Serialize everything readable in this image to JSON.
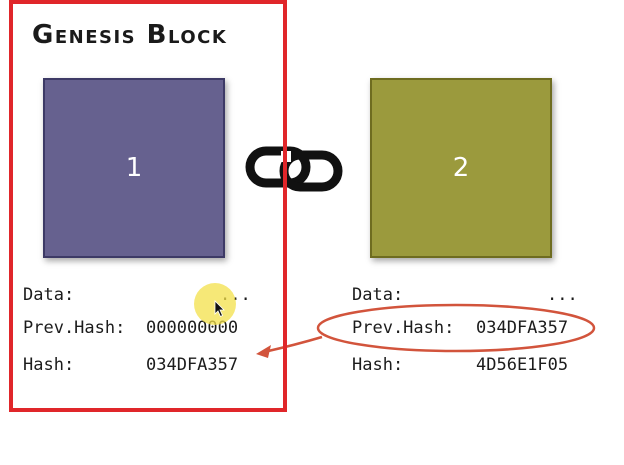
{
  "title": "Genesis Block",
  "blocks": [
    {
      "number": "1",
      "color": "#66618f",
      "data_label": "Data:",
      "data_value": "...",
      "prev_hash_label": "Prev.Hash:",
      "prev_hash_value": "000000000",
      "hash_label": "Hash:",
      "hash_value": "034DFA357"
    },
    {
      "number": "2",
      "color": "#9b9a3d",
      "data_label": "Data:",
      "data_value": "...",
      "prev_hash_label": "Prev.Hash:",
      "prev_hash_value": "034DFA357",
      "hash_label": "Hash:",
      "hash_value": "4D56E1F05"
    }
  ],
  "icons": {
    "link": "chain-link-icon",
    "cursor": "mouse-pointer-icon"
  },
  "colors": {
    "highlight": "#e0262a",
    "annotation": "#d2543c"
  }
}
